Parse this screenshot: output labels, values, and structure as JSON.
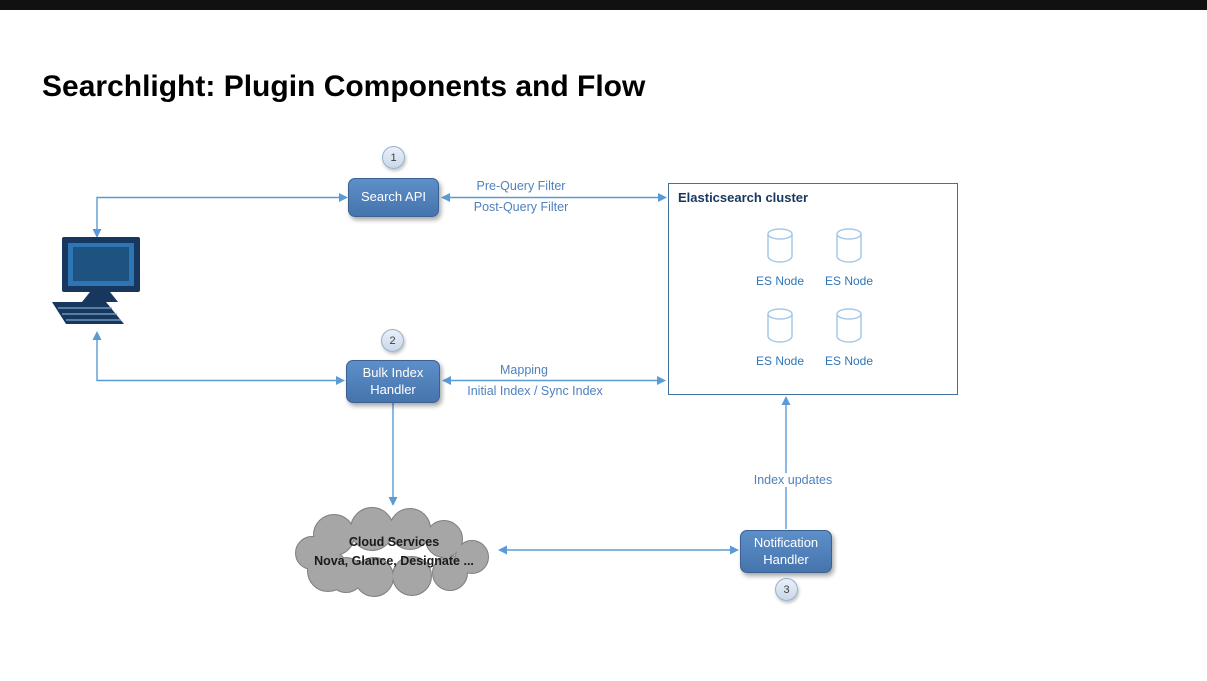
{
  "slide": {
    "title": "Searchlight: Plugin Components and Flow"
  },
  "colors": {
    "top_bar": "#111111",
    "title_color": "#000000",
    "node_fill_top": "#5d8fc9",
    "node_fill_bottom": "#4674ad",
    "node_border": "#3a6191",
    "node_text": "#ffffff",
    "arrow": "#5b9bd5",
    "edge_label": "#4f81bd",
    "badge_fill_top": "#eaf0f8",
    "badge_fill_bottom": "#c9d8ea",
    "badge_border": "#97b1cc",
    "badge_text": "#3f3f3f",
    "cluster_border": "#41719c",
    "cluster_title": "#17375e",
    "es_node_label": "#2e75b6",
    "cylinder_stroke": "#a7c9e8",
    "cloud_fill": "#a6a6a6",
    "cloud_border": "#7f7f7f",
    "cloud_text": "#1a1a1a"
  },
  "nodes": {
    "search_api": {
      "badge": "1",
      "label": "Search API"
    },
    "bulk_index_handler": {
      "badge": "2",
      "line1": "Bulk Index",
      "line2": "Handler"
    },
    "notification_handler": {
      "badge": "3",
      "line1": "Notification",
      "line2": "Handler"
    },
    "cloud_services": {
      "line1": "Cloud Services",
      "line2": "Nova, Glance, Designate ..."
    },
    "es_cluster": {
      "title": "Elasticsearch cluster",
      "node_labels": [
        "ES Node",
        "ES Node",
        "ES Node",
        "ES Node"
      ]
    }
  },
  "edges": {
    "search_es": {
      "line1": "Pre-Query Filter",
      "line2": "Post-Query Filter"
    },
    "bulk_es": {
      "line1": "Mapping",
      "line2": "Initial Index / Sync Index"
    },
    "notif_es": {
      "label": "Index updates"
    }
  }
}
